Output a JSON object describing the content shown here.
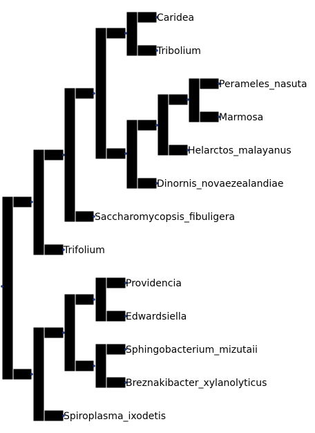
{
  "tree": {
    "node_color": "#1f3b7a",
    "branch_color": "#000000",
    "leaves": [
      {
        "id": "caridea",
        "label": "Caridea"
      },
      {
        "id": "tribolium",
        "label": "Tribolium"
      },
      {
        "id": "perameles",
        "label": "Perameles_nasuta"
      },
      {
        "id": "marmosa",
        "label": "Marmosa"
      },
      {
        "id": "helarctos",
        "label": "Helarctos_malayanus"
      },
      {
        "id": "dinornis",
        "label": "Dinornis_novaezealandiae"
      },
      {
        "id": "saccharomycopsis",
        "label": "Saccharomycopsis_fibuligera"
      },
      {
        "id": "trifolium",
        "label": "Trifolium"
      },
      {
        "id": "providencia",
        "label": "Providencia"
      },
      {
        "id": "edwardsiella",
        "label": "Edwardsiella"
      },
      {
        "id": "sphingobacterium",
        "label": "Sphingobacterium_mizutaii"
      },
      {
        "id": "breznakibacter",
        "label": "Breznakibacter_xylanolyticus"
      },
      {
        "id": "spiroplasma",
        "label": "Spiroplasma_ixodetis"
      }
    ]
  }
}
